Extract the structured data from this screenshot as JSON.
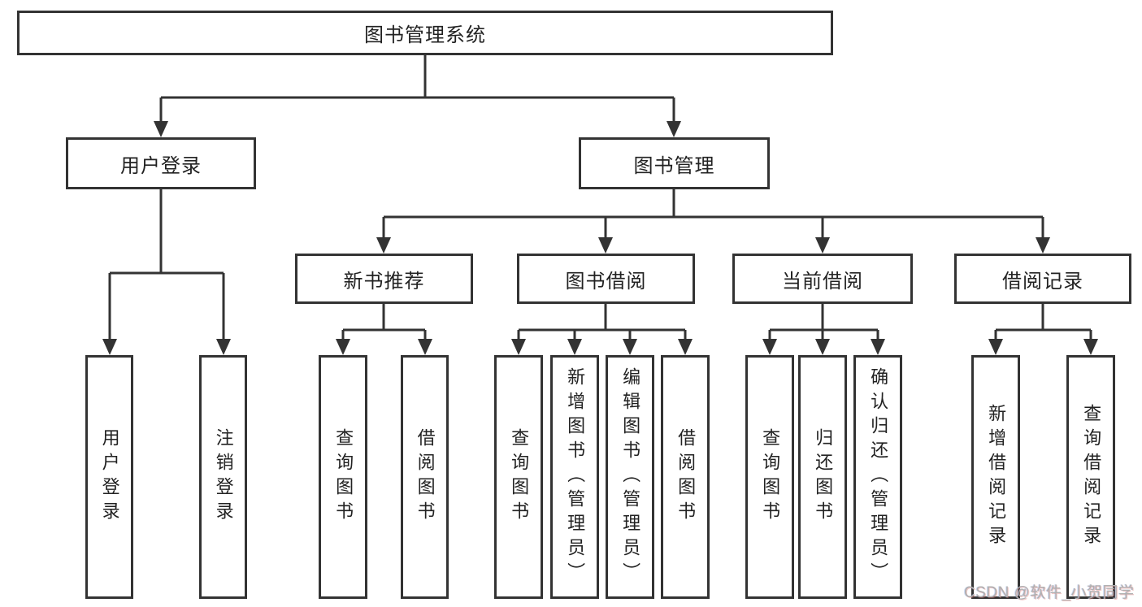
{
  "tree": {
    "label": "图书管理系统",
    "children": [
      {
        "label": "用户登录",
        "children": [
          {
            "label": "用户登录"
          },
          {
            "label": "注销登录"
          }
        ]
      },
      {
        "label": "图书管理",
        "children": [
          {
            "label": "新书推荐",
            "children": [
              {
                "label": "查询图书"
              },
              {
                "label": "借阅图书"
              }
            ]
          },
          {
            "label": "图书借阅",
            "children": [
              {
                "label": "查询图书"
              },
              {
                "label": "新增图书（管理员）"
              },
              {
                "label": "编辑图书（管理员）"
              },
              {
                "label": "借阅图书"
              }
            ]
          },
          {
            "label": "当前借阅",
            "children": [
              {
                "label": "查询图书"
              },
              {
                "label": "归还图书"
              },
              {
                "label": "确认归还（管理员）"
              }
            ]
          },
          {
            "label": "借阅记录",
            "children": [
              {
                "label": "新增借阅记录"
              },
              {
                "label": "查询借阅记录"
              }
            ]
          }
        ]
      }
    ]
  },
  "watermark": {
    "text": "CSDN @软件_小贺同学"
  },
  "colors": {
    "line": "#333333",
    "box_border": "#333333",
    "background": "#ffffff",
    "watermark": "#b0b0b0"
  }
}
